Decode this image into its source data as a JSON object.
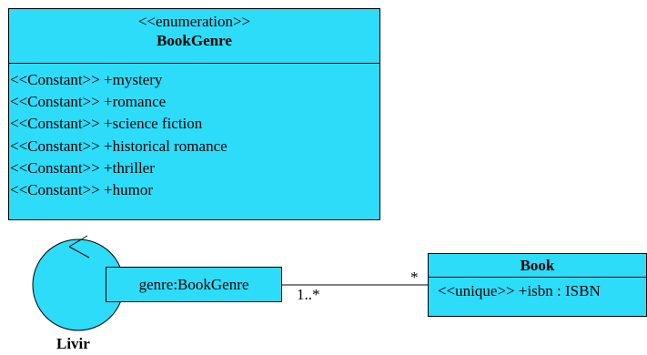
{
  "enumeration": {
    "stereotype": "<<enumeration>>",
    "name": "BookGenre",
    "literals": [
      "<<Constant>> +mystery",
      "<<Constant>> +romance",
      "<<Constant>> +science fiction",
      "<<Constant>> +historical romance",
      "<<Constant>> +thriller",
      "<<Constant>> +humor"
    ]
  },
  "collaboration": {
    "name": "Livir",
    "part": "genre:BookGenre"
  },
  "book_class": {
    "name": "Book",
    "attribute": "<<unique>> +isbn : ISBN"
  },
  "association": {
    "near_end_multiplicity": "1..*",
    "far_end_multiplicity": "*"
  },
  "colors": {
    "fill": "#2ddcf9",
    "stroke": "#000000",
    "background": "#ffffff"
  }
}
